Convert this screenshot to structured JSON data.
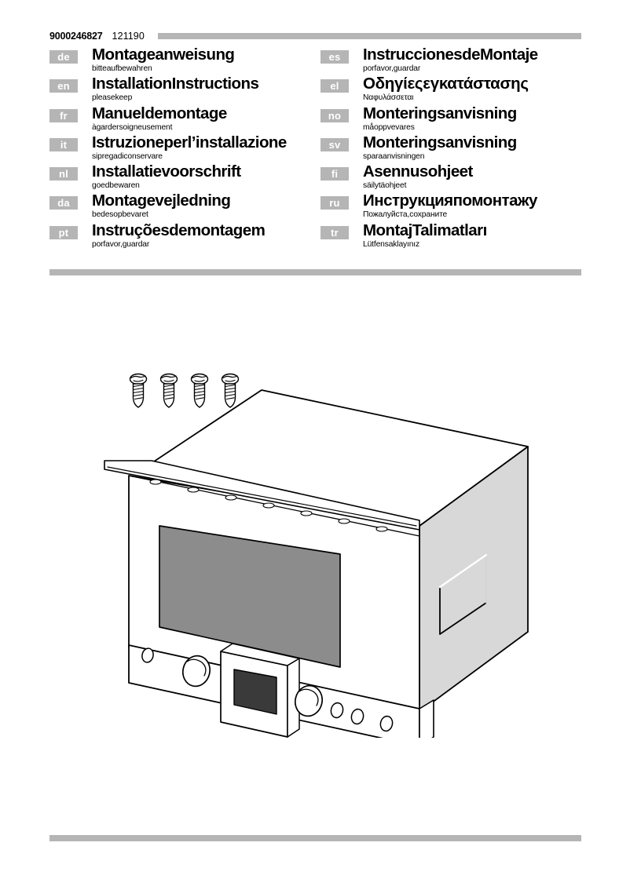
{
  "header": {
    "doc_number": "9000246827",
    "doc_date": "121190"
  },
  "languages_left": [
    {
      "code": "de",
      "title": "Montageanweisung",
      "subtitle": "bitteaufbewahren"
    },
    {
      "code": "en",
      "title": "InstallationInstructions",
      "subtitle": "pleasekeep"
    },
    {
      "code": "fr",
      "title": "Manueldemontage",
      "subtitle": "àgardersoigneusement"
    },
    {
      "code": "it",
      "title": "Istruzioneperl’installazione",
      "subtitle": "sipregadiconservare"
    },
    {
      "code": "nl",
      "title": "Installatievoorschrift",
      "subtitle": "goedbewaren"
    },
    {
      "code": "da",
      "title": "Montagevejledning",
      "subtitle": "bedesopbevaret"
    },
    {
      "code": "pt",
      "title": "Instruçõesdemontagem",
      "subtitle": "porfavor,guardar"
    }
  ],
  "languages_right": [
    {
      "code": "es",
      "title": "InstruccionesdeMontaje",
      "subtitle": "porfavor,guardar"
    },
    {
      "code": "el",
      "title": "Οδηγίεςεγκατάστασης",
      "subtitle": "Ναφυλάσσεται"
    },
    {
      "code": "no",
      "title": "Monteringsanvisning",
      "subtitle": "måoppvevares"
    },
    {
      "code": "sv",
      "title": "Monteringsanvisning",
      "subtitle": "sparaanvisningen"
    },
    {
      "code": "fi",
      "title": "Asennusohjeet",
      "subtitle": "säilytäohjeet"
    },
    {
      "code": "ru",
      "title": "Инструкцияпомонтажу",
      "subtitle": "Пожалуйста,сохраните"
    },
    {
      "code": "tr",
      "title": "MontajTalimatları",
      "subtitle": "Lütfensaklayınız"
    }
  ],
  "illustration": {
    "name": "built-in-microwave-oven-isometric",
    "parts": {
      "screws_count": 4,
      "screw_type": "phillips-pan-head",
      "door_window": "viewing-window",
      "control_panel": "front-control-panel",
      "display": "digital-display",
      "knob_left": "function-selector-knob",
      "knob_right": "timer-knob",
      "buttons_count": 3,
      "indicator_count": 1,
      "side_recess": "side-panel-recess"
    }
  },
  "colors": {
    "rule_gray": "#b5b5b5",
    "tag_gray": "#b5b5b5",
    "tag_text": "#ffffff",
    "window_gray": "#8c8c8c",
    "side_panel_gray": "#d8d8d8",
    "display_gray": "#3a3a3a",
    "outline": "#000000",
    "page_background": "#ffffff"
  }
}
